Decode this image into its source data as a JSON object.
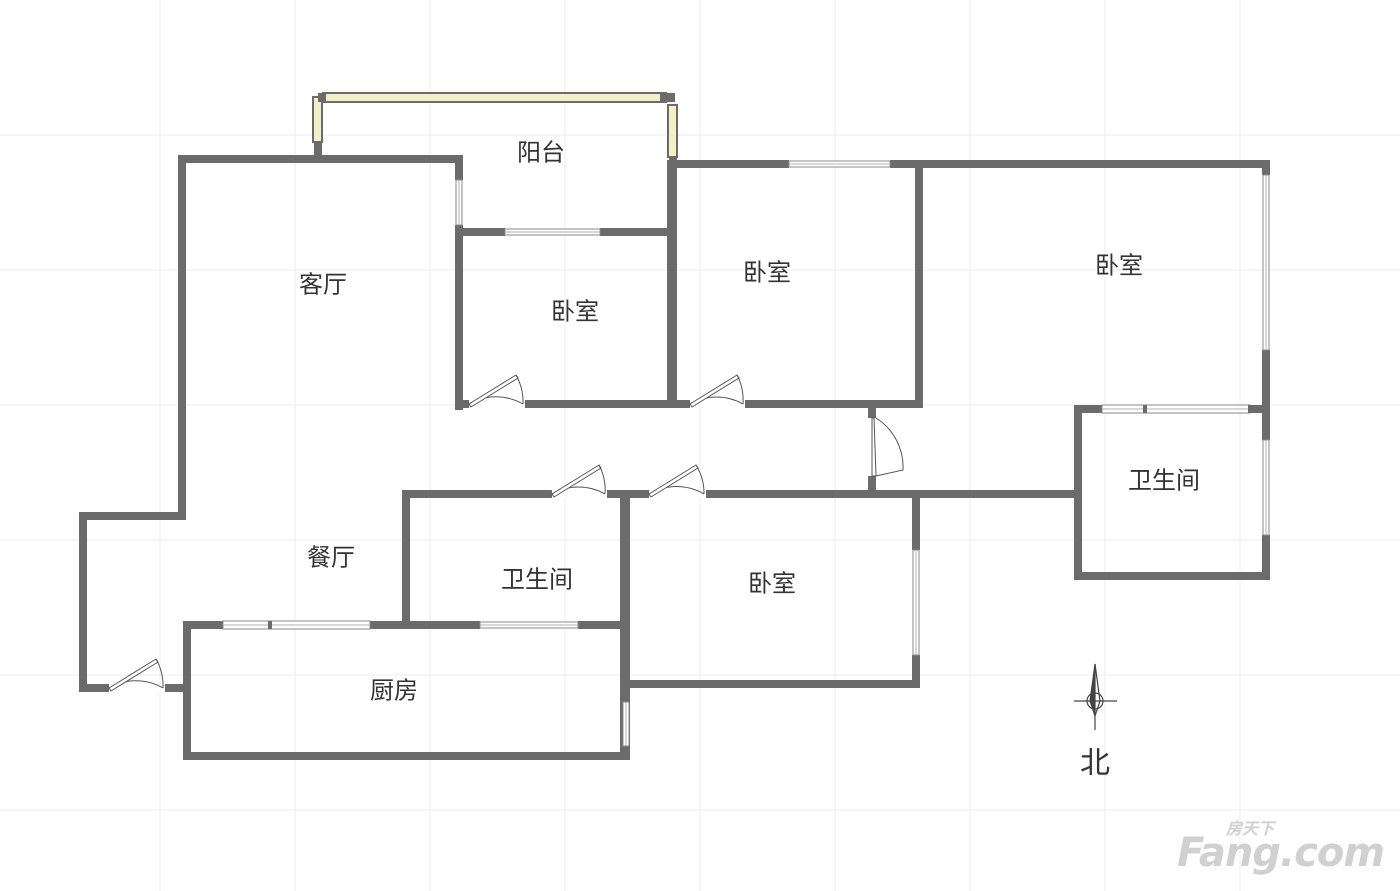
{
  "rooms": {
    "balcony": "阳台",
    "living_room": "客厅",
    "dining_room": "餐厅",
    "bedroom_small": "卧室",
    "bedroom_middle": "卧室",
    "bedroom_master": "卧室",
    "bedroom_south": "卧室",
    "bathroom_center": "卫生间",
    "bathroom_master": "卫生间",
    "kitchen": "厨房"
  },
  "compass": {
    "north_label": "北"
  },
  "watermark": {
    "brand_cn": "房天下",
    "brand_en": "Fang.com"
  }
}
